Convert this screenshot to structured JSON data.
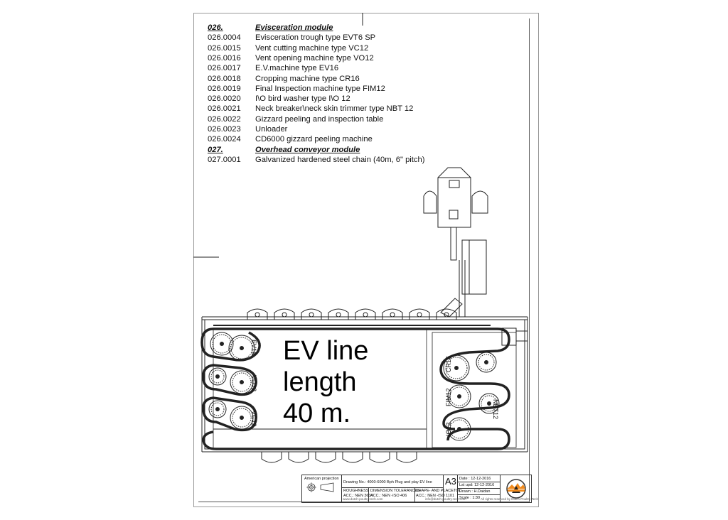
{
  "bom": [
    {
      "code": "026.",
      "desc": "Evisceration module",
      "group": true
    },
    {
      "code": "026.0004",
      "desc": "Evisceration trough type EVT6 SP"
    },
    {
      "code": "026.0015",
      "desc": "Vent cutting machine type VC12"
    },
    {
      "code": "026.0016",
      "desc": "Vent opening machine type VO12"
    },
    {
      "code": "026.0017",
      "desc": "E.V.machine type EV16"
    },
    {
      "code": "026.0018",
      "desc": "Cropping machine type CR16"
    },
    {
      "code": "026.0019",
      "desc": "Final Inspection machine type FIM12"
    },
    {
      "code": "026.0020",
      "desc": "I\\O bird washer type I\\O 12"
    },
    {
      "code": "026.0021",
      "desc": "Neck breaker\\neck skin trimmer type NBT 12"
    },
    {
      "code": "026.0022",
      "desc": "Gizzard peeling and inspection table"
    },
    {
      "code": "026.0023",
      "desc": "Unloader"
    },
    {
      "code": "026.0024",
      "desc": "CD6000 gizzard peeling machine"
    },
    {
      "code": "027.",
      "desc": "Overhead conveyor module",
      "group": true
    },
    {
      "code": "027.0001",
      "desc": "Galvanized hardened steel chain (40m, 6\" pitch)"
    }
  ],
  "overlay": {
    "line1": "EV line",
    "line2": "length",
    "line3": "40 m."
  },
  "machines": {
    "ev16": "EV16",
    "vo12_left": "VO12",
    "vc12": "VC12",
    "cr16": "CR16",
    "fim12": "FIM12",
    "nbt12": "NBT12",
    "io12": "IO12"
  },
  "title_block": {
    "projection": "American projection",
    "drawing_no": "Drawing No.: 4000-6000 Bph Plug and play EV line",
    "sheet_size": "A3",
    "date": "Date : 12-12-2016",
    "last_upd": "Lst upd: 12-12-2016",
    "drawn": "Drawn : H.Daidan",
    "scale": "Scale : 1:30",
    "roughness": "ROUGHNESS",
    "roughness_acc": "ACC.: NEN 3634",
    "dimension": "DIMENSION TOLERANCES",
    "dimension_acc": "ACC.: NEN -ISO 406",
    "shape": "SHAPE- AND PLACETOL",
    "shape_acc": "ACC.: NEN -ISO 1101"
  },
  "footer": {
    "left": "www.dutch-poultry-tech.com",
    "mid": "info@dutch-poultry-tech.com",
    "right": "All rights reserved by Dutch Poultry Tech"
  },
  "colors": {
    "ink": "#111111",
    "logo_orange": "#f08a1c"
  }
}
